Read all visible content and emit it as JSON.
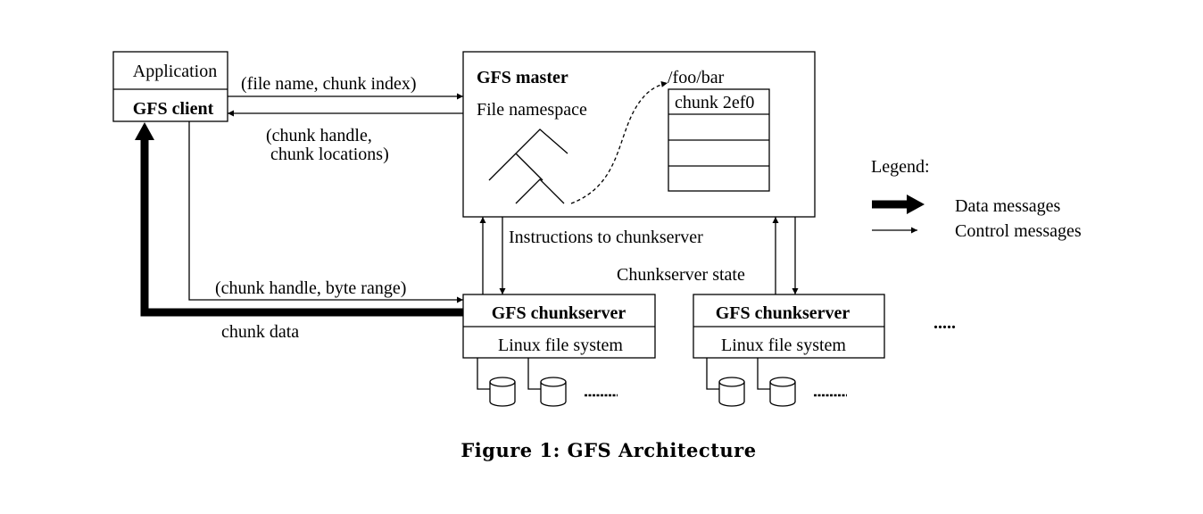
{
  "client": {
    "application_label": "Application",
    "gfs_client_label": "GFS client"
  },
  "master": {
    "title": "GFS master",
    "namespace_label": "File namespace",
    "path_label": "/foo/bar",
    "chunk_entry": "chunk 2ef0"
  },
  "messages": {
    "request": "(file name, chunk index)",
    "reply_line1": "(chunk handle,",
    "reply_line2": " chunk locations)",
    "instructions": "Instructions to chunkserver",
    "state": "Chunkserver state",
    "data_request": "(chunk handle, byte range)",
    "chunk_data": "chunk data"
  },
  "chunkservers": [
    {
      "title": "GFS chunkserver",
      "fs_label": "Linux file system"
    },
    {
      "title": "GFS chunkserver",
      "fs_label": "Linux file system"
    }
  ],
  "legend": {
    "title": "Legend:",
    "data_label": "Data messages",
    "control_label": "Control messages"
  },
  "more_servers": ".....",
  "caption": "Figure 1: GFS Architecture"
}
